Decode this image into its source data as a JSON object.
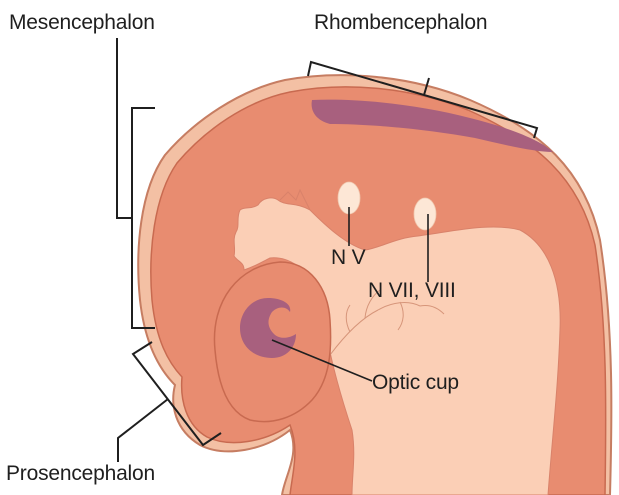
{
  "labels": {
    "mesencephalon": "Mesencephalon",
    "rhombencephalon": "Rhombencephalon",
    "prosencephalon": "Prosencephalon",
    "nerve_v": "N V",
    "nerve_vii_viii": "N VII, VIII",
    "optic_cup": "Optic cup"
  },
  "colors": {
    "outer_skin": "#f3c0a4",
    "neural_tube_wall": "#e88c70",
    "tube_wall_outline": "#c86a50",
    "lumen": "#fbcfb6",
    "ventricle_roof": "#a8607e",
    "optic_cup": "#a8607e",
    "nerve_ganglia": "#fde7d6",
    "leader_lines": "#1f1f1f"
  }
}
